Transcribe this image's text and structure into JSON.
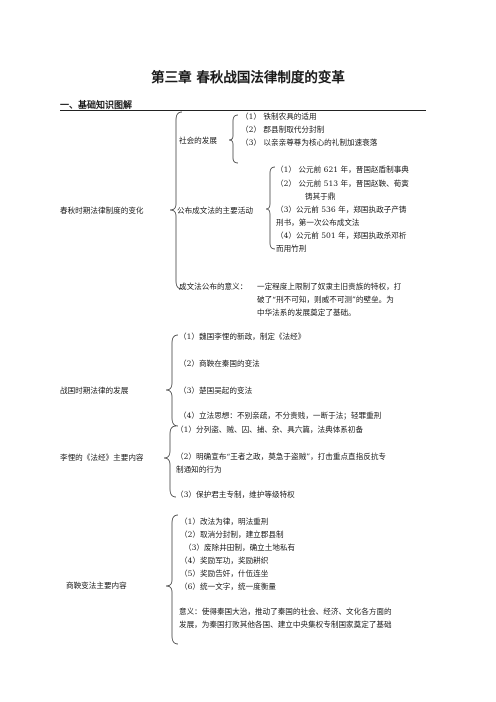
{
  "title": "第三章  春秋战国法律制度的变革",
  "section": "一、基础知识图解",
  "block1": {
    "root": "春秋时期法律制度的变化",
    "b1": {
      "label": "社会的发展",
      "items": [
        "（1）  铁制农具的适用",
        "（2）  郡县制取代分封制",
        "（3）  以亲亲尊尊为核心的礼制加速衰落"
      ]
    },
    "b2": {
      "label": "公布成文法的主要活动",
      "items": [
        "（1）  公元前 621 年，晋国赵盾制事典",
        "（2）  公元前 513 年，晋国赵鞅、荀寅",
        "铸其于鼎",
        "（3）公元前 536 年，郑国执政子产铸",
        "刑书，第一次公布成文法",
        "（4）公元前 501 年，郑国执政杀邓析",
        "而用竹刑"
      ]
    },
    "b3": {
      "label": "成文法公布的意义：",
      "lines": [
        "一定程度上限制了奴隶主旧贵族的特权，打",
        "破了“刑不可知，则威不可测”的壁垒。为",
        "中华法系的发展奠定了基础。"
      ]
    }
  },
  "block2": {
    "root": "战国时期法律的发展",
    "items": [
      "（1）魏国李悝的新政，制定《法经》",
      "（2）商鞅在秦国的变法",
      "（3）楚国吴起的变法",
      "（4）立法思想：不别亲疏，不分贵贱，一断于法；轻罪重刑"
    ]
  },
  "block3": {
    "root": "李悝的《法经》主要内容",
    "items": [
      "（1）分列盗、贼、囚、捕、杂、具六篇，法典体系初备",
      "（2）明确宣布“王者之政，莫急于盗贼”，打击重点直指反抗专",
      "制通知的行为",
      "（3）保护君主专制，维护等级特权"
    ]
  },
  "block4": {
    "root": "商鞅变法主要内容",
    "items": [
      "（1）改法为律，明法重刑",
      "（2）取消分封制，建立郡县制",
      "（3）废除井田制，确立土地私有",
      "（4）奖励军功，奖励耕织",
      "（5）奖励告奸，什伍连坐",
      "（6）统一文字，统一度衡量"
    ],
    "meaning": [
      "意义：使得秦国大治，推动了秦国的社会、经济、文化各方面的",
      "发展，为秦国打败其他各国、建立中央集权专制国家奠定了基础"
    ]
  }
}
